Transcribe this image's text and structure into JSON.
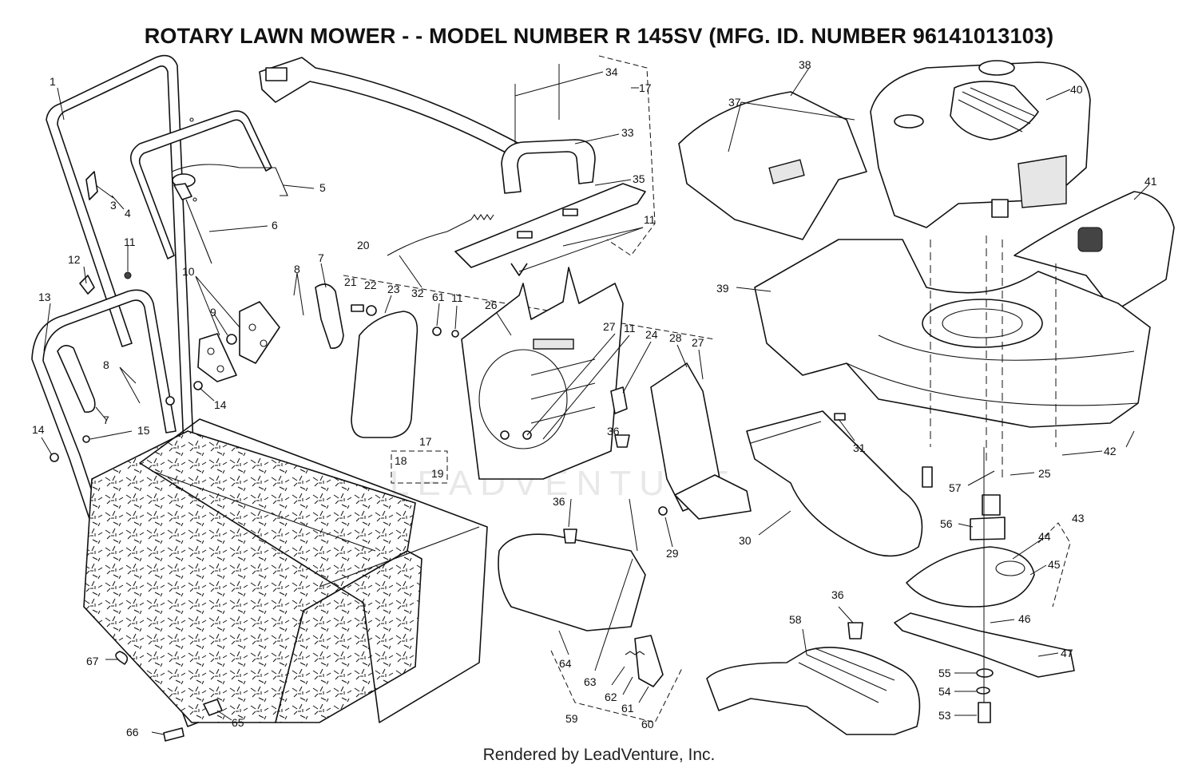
{
  "title": "ROTARY LAWN MOWER - - MODEL NUMBER  R 145SV  (MFG. ID. NUMBER 96141013103)",
  "footer": "Rendered by LeadVenture, Inc.",
  "watermark": "LEADVENTURE",
  "colors": {
    "line": "#111111",
    "watermark": "#e8e8e8",
    "fill": "#ffffff"
  },
  "callouts": [
    {
      "id": "c1",
      "label": "1"
    },
    {
      "id": "c3",
      "label": "3"
    },
    {
      "id": "c4",
      "label": "4"
    },
    {
      "id": "c5",
      "label": "5"
    },
    {
      "id": "c6",
      "label": "6"
    },
    {
      "id": "c7a",
      "label": "7"
    },
    {
      "id": "c7b",
      "label": "7"
    },
    {
      "id": "c8a",
      "label": "8"
    },
    {
      "id": "c8b",
      "label": "8"
    },
    {
      "id": "c9",
      "label": "9"
    },
    {
      "id": "c10",
      "label": "10"
    },
    {
      "id": "c11a",
      "label": "11"
    },
    {
      "id": "c11b",
      "label": "11"
    },
    {
      "id": "c11c",
      "label": "11"
    },
    {
      "id": "c11d",
      "label": "11"
    },
    {
      "id": "c12",
      "label": "12"
    },
    {
      "id": "c13",
      "label": "13"
    },
    {
      "id": "c14a",
      "label": "14"
    },
    {
      "id": "c14b",
      "label": "14"
    },
    {
      "id": "c15",
      "label": "15"
    },
    {
      "id": "c17a",
      "label": "17"
    },
    {
      "id": "c17b",
      "label": "17"
    },
    {
      "id": "c18",
      "label": "18"
    },
    {
      "id": "c19",
      "label": "19"
    },
    {
      "id": "c20",
      "label": "20"
    },
    {
      "id": "c21",
      "label": "21"
    },
    {
      "id": "c22",
      "label": "22"
    },
    {
      "id": "c23",
      "label": "23"
    },
    {
      "id": "c24",
      "label": "24"
    },
    {
      "id": "c25",
      "label": "25"
    },
    {
      "id": "c26",
      "label": "26"
    },
    {
      "id": "c27a",
      "label": "27"
    },
    {
      "id": "c27b",
      "label": "27"
    },
    {
      "id": "c28",
      "label": "28"
    },
    {
      "id": "c29",
      "label": "29"
    },
    {
      "id": "c30",
      "label": "30"
    },
    {
      "id": "c31",
      "label": "31"
    },
    {
      "id": "c32",
      "label": "32"
    },
    {
      "id": "c33",
      "label": "33"
    },
    {
      "id": "c34",
      "label": "34"
    },
    {
      "id": "c35",
      "label": "35"
    },
    {
      "id": "c36a",
      "label": "36"
    },
    {
      "id": "c36b",
      "label": "36"
    },
    {
      "id": "c36c",
      "label": "36"
    },
    {
      "id": "c37",
      "label": "37"
    },
    {
      "id": "c38",
      "label": "38"
    },
    {
      "id": "c39",
      "label": "39"
    },
    {
      "id": "c40",
      "label": "40"
    },
    {
      "id": "c41",
      "label": "41"
    },
    {
      "id": "c42",
      "label": "42"
    },
    {
      "id": "c43",
      "label": "43"
    },
    {
      "id": "c44",
      "label": "44"
    },
    {
      "id": "c45",
      "label": "45"
    },
    {
      "id": "c46",
      "label": "46"
    },
    {
      "id": "c47",
      "label": "47"
    },
    {
      "id": "c53",
      "label": "53"
    },
    {
      "id": "c54",
      "label": "54"
    },
    {
      "id": "c55",
      "label": "55"
    },
    {
      "id": "c56",
      "label": "56"
    },
    {
      "id": "c57",
      "label": "57"
    },
    {
      "id": "c58",
      "label": "58"
    },
    {
      "id": "c59",
      "label": "59"
    },
    {
      "id": "c60",
      "label": "60"
    },
    {
      "id": "c61a",
      "label": "61"
    },
    {
      "id": "c61b",
      "label": "61"
    },
    {
      "id": "c62",
      "label": "62"
    },
    {
      "id": "c63",
      "label": "63"
    },
    {
      "id": "c64",
      "label": "64"
    },
    {
      "id": "c65",
      "label": "65"
    },
    {
      "id": "c66",
      "label": "66"
    },
    {
      "id": "c67",
      "label": "67"
    }
  ]
}
